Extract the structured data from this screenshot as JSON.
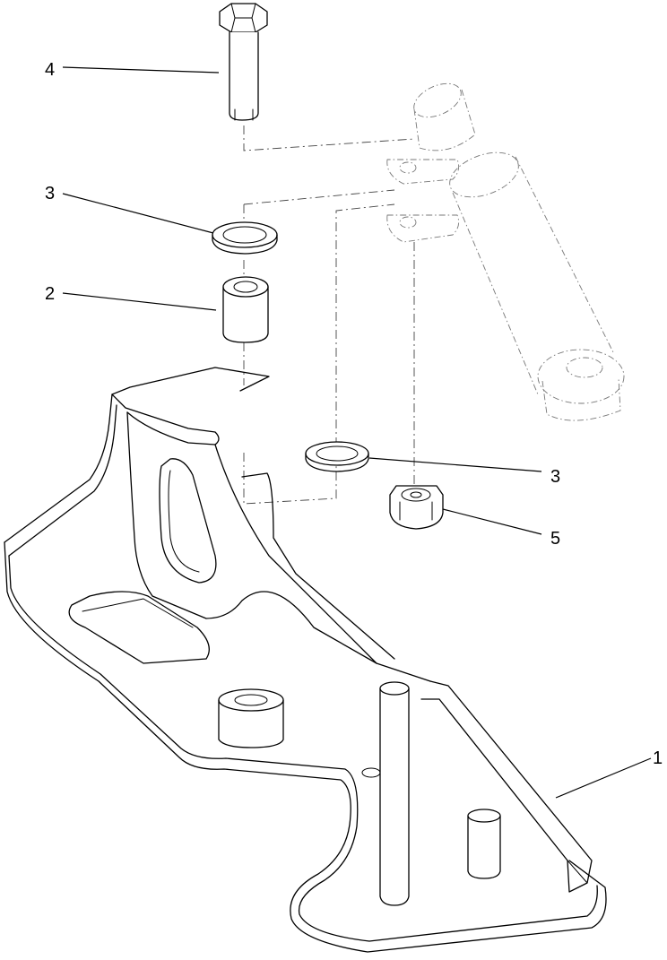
{
  "callouts": [
    {
      "id": "bolt",
      "label": "4"
    },
    {
      "id": "washer-top",
      "label": "3"
    },
    {
      "id": "spacer",
      "label": "2"
    },
    {
      "id": "washer-lower",
      "label": "3"
    },
    {
      "id": "nut",
      "label": "5"
    },
    {
      "id": "bracket",
      "label": "1"
    }
  ]
}
